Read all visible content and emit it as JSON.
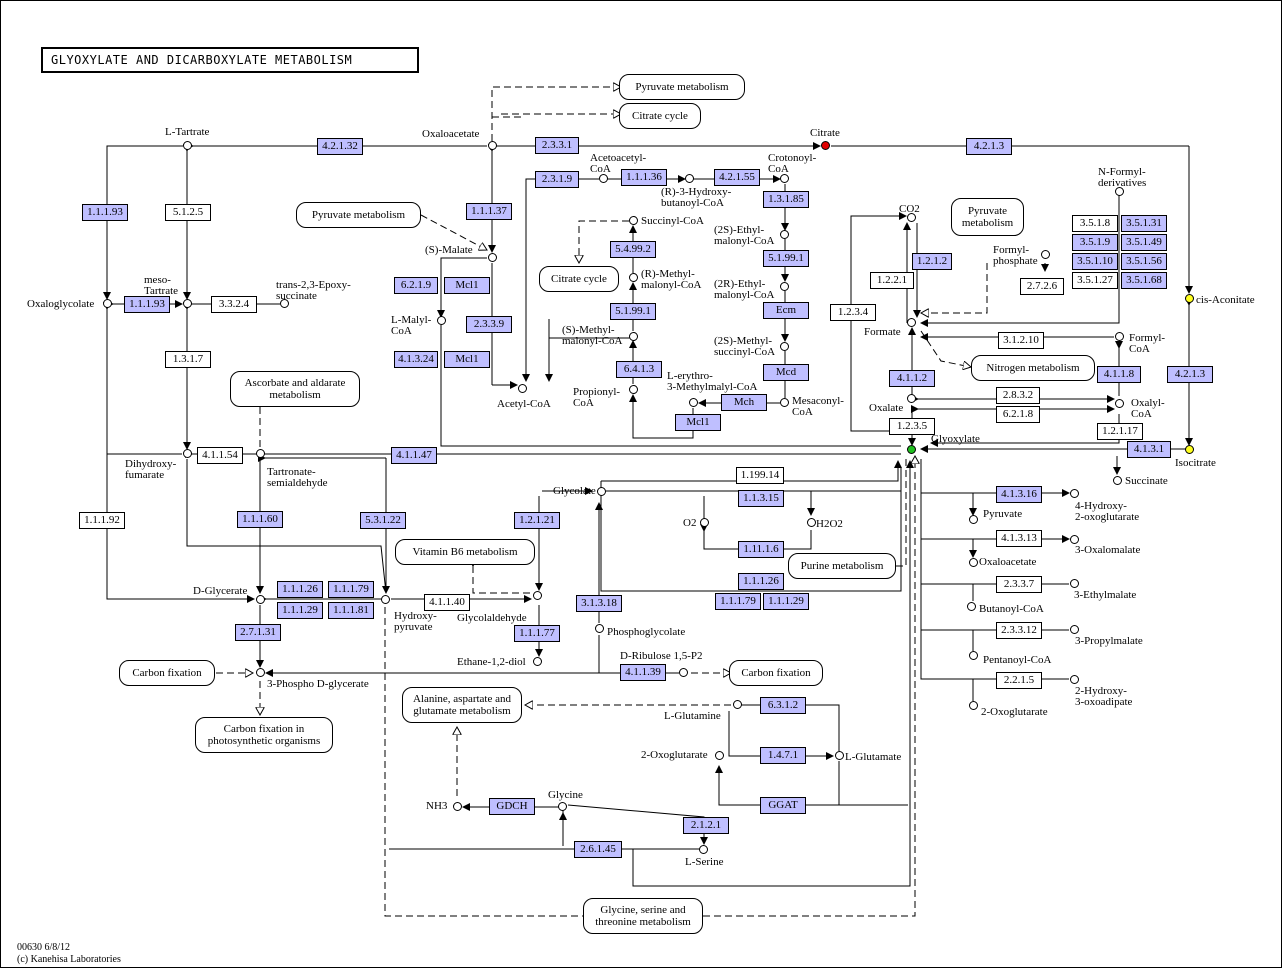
{
  "title": "GLYOXYLATE AND DICARBOXYLATE METABOLISM",
  "footer": {
    "map_id": "00630 6/8/12",
    "copyright": "(c) Kanehisa Laboratories"
  },
  "colors": {
    "highlight_enzyme": "#bfbfff",
    "citrate": "#e00000",
    "glyoxylate": "#20c020",
    "cis_aconitate_isocitrate": "#ffff20"
  },
  "enzymes": {
    "e4_2_1_32": "4.2.1.32",
    "e2_3_3_1": "2.3.3.1",
    "e4_2_1_3_top": "4.2.1.3",
    "e1_1_1_93a": "1.1.1.93",
    "e5_1_2_5": "5.1.2.5",
    "e1_1_1_93b": "1.1.1.93",
    "e3_3_2_4": "3.3.2.4",
    "e1_3_1_7": "1.3.1.7",
    "e1_1_1_37": "1.1.1.37",
    "e2_3_1_9": "2.3.1.9",
    "e1_1_1_36": "1.1.1.36",
    "e4_2_1_55": "4.2.1.55",
    "e1_3_1_85": "1.3.1.85",
    "e5_4_99_2": "5.4.99.2",
    "e5_1_99_1a": "5.1.99.1",
    "e5_1_99_1b": "5.1.99.1",
    "ecm": "Ecm",
    "mcd": "Mcd",
    "e6_4_1_3": "6.4.1.3",
    "mch": "Mch",
    "mcl1a": "Mcl1",
    "e6_2_1_9": "6.2.1.9",
    "mcl1b": "Mcl1",
    "e4_1_3_24": "4.1.3.24",
    "mcl1c": "Mcl1",
    "e2_3_3_9": "2.3.3.9",
    "e1_2_1_2": "1.2.1.2",
    "e1_2_2_1": "1.2.2.1",
    "e1_2_3_4": "1.2.3.4",
    "e2_7_2_6": "2.7.2.6",
    "e3_5_1_8": "3.5.1.8",
    "e3_5_1_31": "3.5.1.31",
    "e3_5_1_9": "3.5.1.9",
    "e3_5_1_49": "3.5.1.49",
    "e3_5_1_10": "3.5.1.10",
    "e3_5_1_56": "3.5.1.56",
    "e3_5_1_27": "3.5.1.27",
    "e3_5_1_68": "3.5.1.68",
    "e3_1_2_10": "3.1.2.10",
    "e4_1_1_8": "4.1.1.8",
    "e4_2_1_3_right": "4.2.1.3",
    "e4_1_1_2": "4.1.1.2",
    "e2_8_3_2": "2.8.3.2",
    "e6_2_1_8": "6.2.1.8",
    "e1_2_3_5": "1.2.3.5",
    "e1_2_1_17": "1.2.1.17",
    "e4_1_3_1": "4.1.3.1",
    "e4_1_1_54": "4.1.1.54",
    "e4_1_1_47": "4.1.1.47",
    "e1_1_1_92": "1.1.1.92",
    "e1_1_1_60": "1.1.1.60",
    "e5_3_1_22": "5.3.1.22",
    "e1_2_1_21": "1.2.1.21",
    "e1_99_14": "1.199.14",
    "e1_1_3_15": "1.1.3.15",
    "e1_11_1_6": "1.11.1.6",
    "e1_1_1_26a": "1.1.1.26",
    "e1_1_1_79a": "1.1.1.79",
    "e1_1_1_29a": "1.1.1.29",
    "e1_1_1_26b": "1.1.1.26",
    "e1_1_1_79b": "1.1.1.79",
    "e1_1_1_29b": "1.1.1.29",
    "e1_1_1_81": "1.1.1.81",
    "e4_1_1_40": "4.1.1.40",
    "e3_1_3_18": "3.1.3.18",
    "e1_1_1_77": "1.1.1.77",
    "e2_7_1_31": "2.7.1.31",
    "e4_1_1_39": "4.1.1.39",
    "e4_1_3_16": "4.1.3.16",
    "e4_1_3_13": "4.1.3.13",
    "e2_3_3_7": "2.3.3.7",
    "e2_3_3_12": "2.3.3.12",
    "e2_2_1_5": "2.2.1.5",
    "e6_3_1_2": "6.3.1.2",
    "e1_4_7_1": "1.4.7.1",
    "ggat": "GGAT",
    "gdch": "GDCH",
    "e2_1_2_1": "2.1.2.1",
    "e2_6_1_45": "2.6.1.45"
  },
  "compounds": {
    "l_tartrate": "L-Tartrate",
    "oxaloacetate": "Oxaloacetate",
    "citrate": "Citrate",
    "acetoacetyl_coa": "Acetoacetyl-\nCoA",
    "crotonoyl_coa": "Crotonoyl-\nCoA",
    "r3_hydroxybutanoyl": "(R)-3-Hydroxy-\nbutanoyl-CoA",
    "n_formyl": "N-Formyl-\nderivatives",
    "meso_tartrate": "meso-\nTartrate",
    "oxaloglycolate": "Oxaloglycolate",
    "epoxysuccinate": "trans-2,3-Epoxy-\nsuccinate",
    "s_malate": "(S)-Malate",
    "succinyl_coa": "Succinyl-CoA",
    "ethylmalonyl_2s": "(2S)-Ethyl-\nmalonyl-CoA",
    "co2": "CO2",
    "r_methylmalonyl": "(R)-Methyl-\nmalonyl-CoA",
    "ethylmalonyl_2r": "(2R)-Ethyl-\nmalonyl-CoA",
    "formyl_phosphate": "Formyl-\nphosphate",
    "cis_aconitate": "cis-Aconitate",
    "l_malyl_coa": "L-Malyl-\nCoA",
    "formate": "Formate",
    "s_methylmalonyl": "(S)-Methyl-\nmalonyl-CoA",
    "methylsuccinyl": "(2S)-Methyl-\nsuccinyl-CoA",
    "formyl_coa": "Formyl-\nCoA",
    "erythro_methylmalyl": "L-erythro-\n3-Methylmalyl-CoA",
    "propionyl_coa": "Propionyl-\nCoA",
    "mesaconyl_coa": "Mesaconyl-\nCoA",
    "acetyl_coa": "Acetyl-CoA",
    "oxalate": "Oxalate",
    "oxalyl_coa": "Oxalyl-\nCoA",
    "glyoxylate": "Glyoxylate",
    "isocitrate": "Isocitrate",
    "succinate": "Succinate",
    "dihydroxyfumarate": "Dihydroxy-\nfumarate",
    "tartronate": "Tartronate-\nsemialdehyde",
    "glycolate": "Glycolate",
    "o2": "O2",
    "h2o2": "H2O2",
    "pyruvate": "Pyruvate",
    "hydroxy_oxoglutarate": "4-Hydroxy-\n2-oxoglutarate",
    "oxaloacetate2": "Oxaloacetate",
    "oxalomalate": "3-Oxalomalate",
    "d_glycerate": "D-Glycerate",
    "hydroxypyruvate": "Hydroxy-\npyruvate",
    "glycolaldehyde": "Glycolaldehyde",
    "phosphoglycolate": "Phosphoglycolate",
    "butanoyl_coa": "Butanoyl-CoA",
    "ethylmalate": "3-Ethylmalate",
    "propylmalate": "3-Propylmalate",
    "pentanoyl_coa": "Pentanoyl-CoA",
    "ethanediol": "Ethane-1,2-diol",
    "ribulose": "D-Ribulose 1,5-P2",
    "phospho_glycerate": "3-Phospho D-glycerate",
    "hydroxy_oxoadipate": "2-Hydroxy-\n3-oxoadipate",
    "oxoglutarate_r": "2-Oxoglutarate",
    "l_glutamine": "L-Glutamine",
    "oxoglutarate2": "2-Oxoglutarate",
    "l_glutamate": "L-Glutamate",
    "nh3": "NH3",
    "glycine": "Glycine",
    "l_serine": "L-Serine"
  },
  "maps": {
    "pyruvate_top": "Pyruvate metabolism",
    "citrate_cycle_top": "Citrate cycle",
    "pyruvate_left": "Pyruvate metabolism",
    "citrate_cycle_mid": "Citrate cycle",
    "pyruvate_right": "Pyruvate\nmetabolism",
    "ascorbate": "Ascorbate and aldarate\nmetabolism",
    "nitrogen": "Nitrogen metabolism",
    "vitamin_b6": "Vitamin B6 metabolism",
    "purine": "Purine metabolism",
    "carbon_fix_left": "Carbon fixation",
    "carbon_fix_right": "Carbon fixation",
    "carbon_fix_photo": "Carbon fixation in\nphotosynthetic organisms",
    "alanine": "Alanine, aspartate and\nglutamate metabolism",
    "glycine_serine": "Glycine, serine and\nthreonine metabolism"
  }
}
